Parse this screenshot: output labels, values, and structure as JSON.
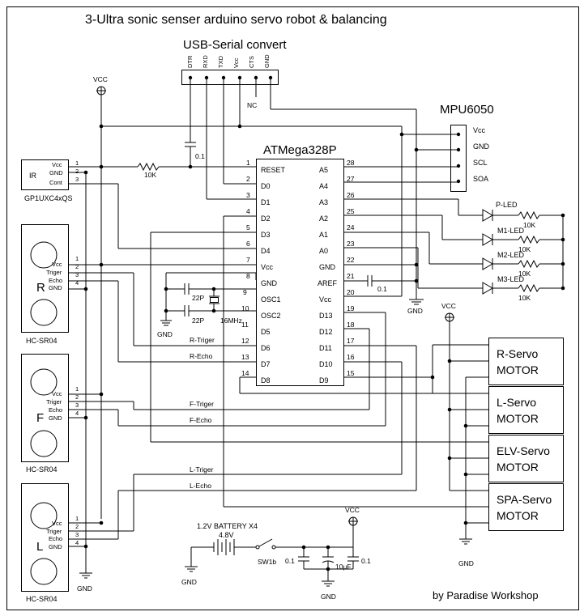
{
  "title": "3-Ultra sonic senser arduino servo robot & balancing",
  "credit": "by Paradise Workshop",
  "usb": {
    "title": "USB-Serial convert",
    "pins": [
      "DTR",
      "RXD",
      "TXD",
      "Vcc",
      "CTS",
      "GND"
    ],
    "nc": "NC"
  },
  "mpu": {
    "title": "MPU6050",
    "pins": [
      "Vcc",
      "GND",
      "SCL",
      "SOA"
    ]
  },
  "mcu": {
    "title": "ATMega328P",
    "left_pins": [
      "RESET",
      "D0",
      "D1",
      "D2",
      "D3",
      "D4",
      "Vcc",
      "GND",
      "OSC1",
      "OSC2",
      "D5",
      "D6",
      "D7",
      "D8"
    ],
    "left_nums": [
      "1",
      "2",
      "3",
      "4",
      "5",
      "6",
      "7",
      "8",
      "9",
      "10",
      "11",
      "12",
      "13",
      "14"
    ],
    "right_pins": [
      "A5",
      "A4",
      "A3",
      "A2",
      "A1",
      "A0",
      "GND",
      "AREF",
      "Vcc",
      "D13",
      "D12",
      "D11",
      "D10",
      "D9"
    ],
    "right_nums": [
      "28",
      "27",
      "26",
      "25",
      "24",
      "23",
      "22",
      "21",
      "20",
      "19",
      "18",
      "17",
      "16",
      "15"
    ]
  },
  "ir": {
    "label": "IR",
    "part": "GP1UXC4xQS",
    "pins": [
      "Vcc",
      "GND",
      "Cont"
    ],
    "nums": [
      "1",
      "2",
      "3"
    ]
  },
  "sonars": [
    {
      "letter": "R",
      "part": "HC-SR04"
    },
    {
      "letter": "F",
      "part": "HC-SR04"
    },
    {
      "letter": "L",
      "part": "HC-SR04"
    }
  ],
  "sonar_pins": [
    "Vcc",
    "Triger",
    "Echo",
    "GND"
  ],
  "sonar_nums": [
    "1",
    "2",
    "3",
    "4"
  ],
  "leds": [
    "P-LED",
    "M1-LED",
    "M2-LED",
    "M3-LED"
  ],
  "servos": [
    {
      "line1": "R-Servo",
      "line2": "MOTOR"
    },
    {
      "line1": "L-Servo",
      "line2": "MOTOR"
    },
    {
      "line1": "ELV-Servo",
      "line2": "MOTOR"
    },
    {
      "line1": "SPA-Servo",
      "line2": "MOTOR"
    }
  ],
  "signals": {
    "r_trig": "R-Triger",
    "r_echo": "R-Echo",
    "f_trig": "F-Triger",
    "f_echo": "F-Echo",
    "l_trig": "L-Triger",
    "l_echo": "L-Echo"
  },
  "parts": {
    "vcc": "VCC",
    "gnd": "GND",
    "r10k": "10K",
    "c01": "0.1",
    "c22p": "22P",
    "xtal": "16MHz",
    "battery": "1.2V BATTERY X4",
    "bat_v": "4.8V",
    "switch": "SW1b",
    "c10u": "10μF"
  }
}
